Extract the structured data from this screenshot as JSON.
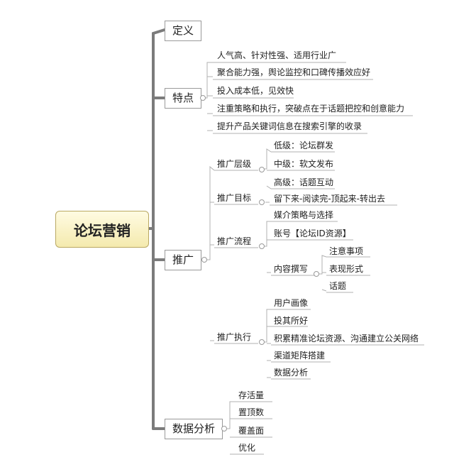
{
  "root": "论坛营销",
  "branches": {
    "definition": {
      "label": "定义"
    },
    "features": {
      "label": "特点",
      "items": [
        "人气高、针对性强、适用行业广",
        "聚合能力强，舆论监控和口碑传播效应好",
        "投入成本低，见效快",
        "注重策略和执行，突破点在于话题把控和创意能力",
        "提升产品关键词信息在搜索引擎的收录"
      ]
    },
    "promotion": {
      "label": "推广",
      "levels": {
        "label": "推广层级",
        "items": [
          "低级：论坛群发",
          "中级：软文发布",
          "高级：话题互动"
        ]
      },
      "goal": {
        "label": "推广目标",
        "item": "留下来-阅读完-顶起来-转出去"
      },
      "process": {
        "label": "推广流程",
        "items": [
          "媒介策略与选择",
          "账号【论坛ID资源】"
        ],
        "writing": {
          "label": "内容撰写",
          "items": [
            "注意事项",
            "表现形式",
            "话题"
          ]
        }
      },
      "execution": {
        "label": "推广执行",
        "items": [
          "用户画像",
          "投其所好",
          "积累精准论坛资源、沟通建立公关网络",
          "渠道矩阵搭建",
          "数据分析"
        ]
      }
    },
    "analytics": {
      "label": "数据分析",
      "items": [
        "存活量",
        "置顶数",
        "覆盖面",
        "优化"
      ]
    }
  }
}
